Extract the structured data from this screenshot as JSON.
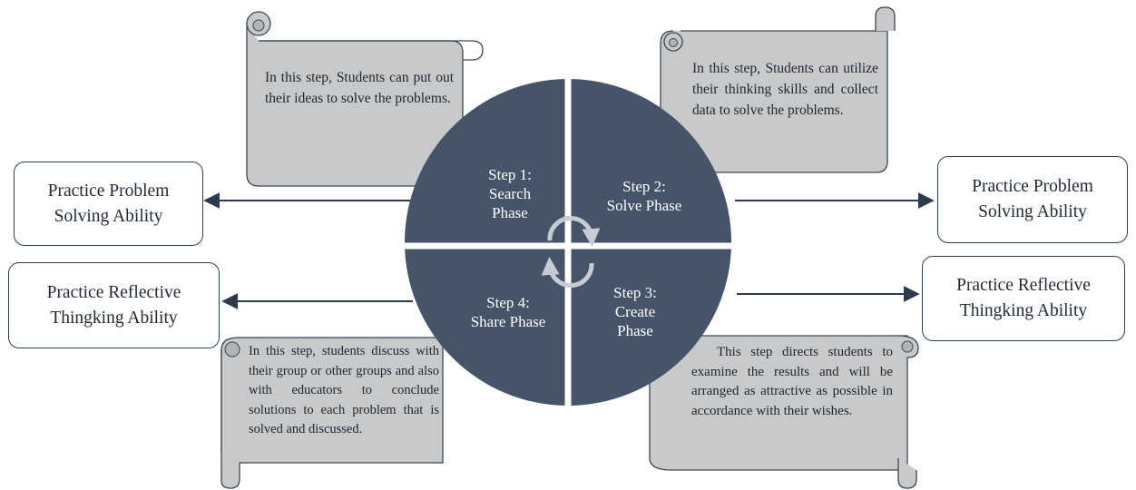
{
  "steps": {
    "step1": "Step 1: Search Phase",
    "step2": "Step 2: Solve Phase",
    "step3": "Step 3: Create Phase",
    "step4": "Step 4: Share Phase"
  },
  "step_lines": {
    "step1": [
      "Step 1:",
      "Search",
      "Phase"
    ],
    "step2": [
      "Step 2:",
      "Solve Phase"
    ],
    "step3": [
      "Step 3:",
      "Create",
      "Phase"
    ],
    "step4": [
      "Step 4:",
      "Share Phase"
    ]
  },
  "scrolls": {
    "search": "In this step, Students can put out their ideas to solve the problems.",
    "solve": "In this step, Students can utilize their thinking skills and collect data to solve the problems.",
    "share": "In this step, students discuss with their group or other groups and also with educators to conclude solutions to each problem that is solved and discussed.",
    "create": "This step directs students to examine the results and will be arranged as attractive as possible in accordance with their wishes."
  },
  "outcomes": {
    "left_top": "Practice Problem Solving Ability",
    "right_top": "Practice Problem Solving Ability",
    "left_bottom": "Practice Reflective Thingking Ability",
    "right_bottom": "Practice Reflective Thingking Ability"
  },
  "colors": {
    "circle": "#455468",
    "scroll_fill": "#c8c9ca",
    "scroll_stroke": "#3b4653",
    "arrow": "#2c3a4d",
    "cycle_arrows": "#c7ccd4"
  }
}
